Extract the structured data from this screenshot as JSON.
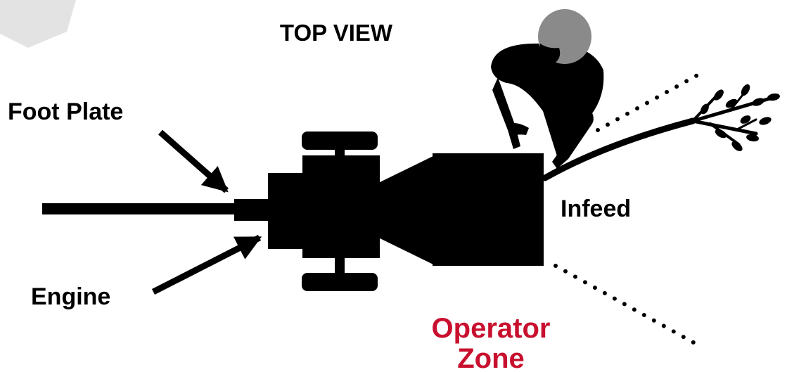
{
  "diagram": {
    "title": "TOP VIEW",
    "labels": {
      "foot_plate": "Foot Plate",
      "engine": "Engine",
      "infeed": "Infeed",
      "operator_zone_line1": "Operator",
      "operator_zone_line2": "Zone"
    },
    "colors": {
      "ink": "#000000",
      "accent": "#c8102e",
      "head_gray": "#8a8a8a",
      "corner_gray": "#e3e3e3"
    }
  }
}
